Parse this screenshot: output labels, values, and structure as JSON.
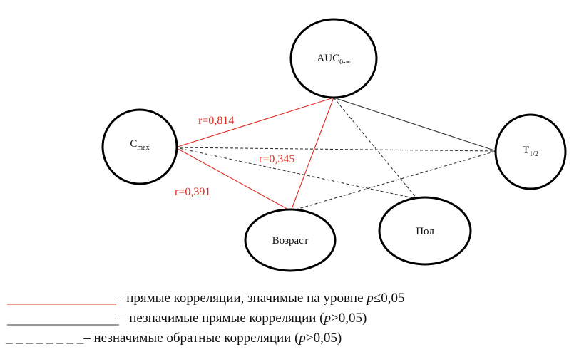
{
  "colors": {
    "significant": "#e0281e",
    "nonsignificant": "#333333",
    "node_stroke": "#000000"
  },
  "nodes": {
    "auc": {
      "main": "AUC",
      "sub": "0-∞"
    },
    "cmax": {
      "main": "C",
      "sub": "max"
    },
    "t12": {
      "main": "T",
      "sub": "1/2"
    },
    "age": {
      "main": "Возраст"
    },
    "sex": {
      "main": "Пол"
    }
  },
  "edges": [
    {
      "id": "cmax-auc",
      "from": "cmax",
      "to": "auc",
      "style": "significant",
      "r": 0.814
    },
    {
      "id": "age-auc",
      "from": "age",
      "to": "auc",
      "style": "significant",
      "r": 0.345
    },
    {
      "id": "cmax-age",
      "from": "cmax",
      "to": "age",
      "style": "significant",
      "r": 0.391
    },
    {
      "id": "auc-t12",
      "from": "auc",
      "to": "t12",
      "style": "nonsignificant-direct"
    },
    {
      "id": "auc-sex",
      "from": "auc",
      "to": "sex",
      "style": "nonsignificant-inverse"
    },
    {
      "id": "cmax-t12",
      "from": "cmax",
      "to": "t12",
      "style": "nonsignificant-inverse"
    },
    {
      "id": "cmax-sex",
      "from": "cmax",
      "to": "sex",
      "style": "nonsignificant-inverse"
    },
    {
      "id": "age-t12",
      "from": "age",
      "to": "t12",
      "style": "nonsignificant-inverse"
    }
  ],
  "edge_labels": {
    "cmax_auc": "r=0,814",
    "age_auc": "r=0,345",
    "cmax_age": "r=0,391"
  },
  "legend": {
    "significant": {
      "pre": " – прямые корреляции, значимые на уровне ",
      "italic": "p",
      "post": "≤0,05"
    },
    "nonsig_direct": {
      "pre": " – незначимые прямые корреляции (",
      "italic": "p",
      "post": ">0,05)"
    },
    "nonsig_inverse": {
      "prefix": "_ _ _ _ _ _ _ _",
      "pre": "– незначимые обратные корреляции (",
      "italic": "p",
      "post": ">0,05)"
    }
  }
}
